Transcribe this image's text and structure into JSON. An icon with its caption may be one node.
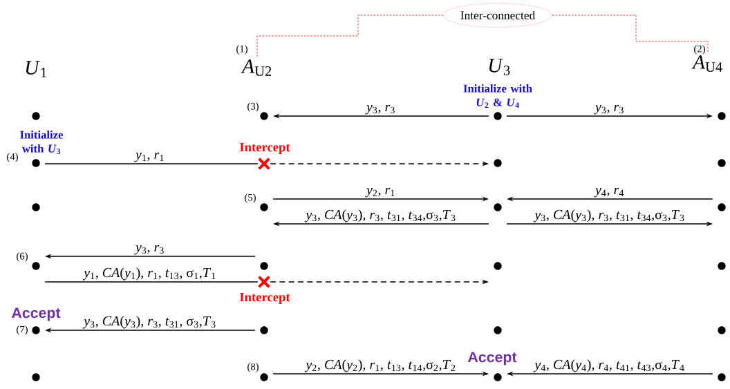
{
  "diagram": {
    "nodes": [
      {
        "text": [
          "*U*$_{1}$"
        ]
      },
      {
        "text": [
          "*A*$_{U2}$"
        ],
        "beside": [
          "(1)"
        ]
      },
      {
        "text": [
          "*U*$_{3}$"
        ]
      },
      {
        "text": [
          "*A*$_{U4}$"
        ],
        "beside": [
          "(2)"
        ]
      },
      {
        "text": [
          "Inter-connected"
        ]
      },
      {
        "text": [],
        "shape": "circle"
      },
      {
        "text": [],
        "shape": "circle"
      },
      {
        "text": [],
        "shape": "circle",
        "beside": [
          "Initialize with *U*$_{2}$ & *U*$_{4}$"
        ]
      },
      {
        "text": [],
        "shape": "circle"
      },
      {
        "text": [],
        "shape": "circle",
        "beside": [
          "Initialize with *U*$_{3}$"
        ]
      },
      {
        "text": [],
        "shape": "cross",
        "beside": [
          "Intercept"
        ]
      },
      {
        "text": [],
        "shape": "circle"
      },
      {
        "text": [],
        "shape": "circle"
      },
      {
        "text": [],
        "shape": "circle"
      },
      {
        "text": [],
        "shape": "circle"
      },
      {
        "text": [],
        "shape": "circle"
      },
      {
        "text": [],
        "shape": "circle"
      },
      {
        "text": [],
        "shape": "circle"
      },
      {
        "text": [],
        "shape": "circle"
      },
      {
        "text": [],
        "shape": "circle"
      },
      {
        "text": [],
        "shape": "circle"
      },
      {
        "text": [],
        "shape": "circle",
        "beside": [
          "Accept"
        ]
      },
      {
        "text": [],
        "shape": "circle"
      },
      {
        "text": [],
        "shape": "circle"
      },
      {
        "text": [],
        "shape": "circle"
      },
      {
        "text": [],
        "shape": "circle"
      },
      {
        "text": [],
        "shape": "circle"
      },
      {
        "text": [],
        "shape": "circle",
        "beside": [
          "Accept"
        ]
      },
      {
        "text": [],
        "shape": "circle"
      },
      {
        "text": [],
        "shape": "cross",
        "beside": [
          "Intercept"
        ]
      }
    ],
    "edges": [
      {
        "from": 4,
        "to": 1,
        "arrow": "none",
        "style": "dashed",
        "color": "#ff0000"
      },
      {
        "from": 4,
        "to": 3,
        "arrow": "none",
        "style": "dashed",
        "color": "#ff0000"
      },
      {
        "from": 7,
        "to": 6,
        "arrow": "to",
        "label": "*y*$_{3}$, *r*$_{3}$"
      },
      {
        "from": 7,
        "to": 8,
        "arrow": "to",
        "label": "*y*$_{3}$, *r*$_{3}$"
      },
      {
        "from": 9,
        "to": 10,
        "arrow": "none",
        "label": "*y*$_{1}$, *r*$_{1}$"
      },
      {
        "from": 10,
        "to": 11,
        "arrow": "to",
        "style": "dashed"
      },
      {
        "from": 14,
        "to": 15,
        "arrow": "to",
        "label": "*y*$_{2}$, *r*$_{1}$"
      },
      {
        "from": 15,
        "to": 14,
        "arrow": "to",
        "label": "*y*$_{3}$, *CA*(*y*$_{3}$), *r*$_{3}$, *t*$_{31}$, *t*$_{34}$,σ$_{3}$,*T*$_{3}$"
      },
      {
        "from": 16,
        "to": 15,
        "arrow": "to",
        "label": "*y*$_{4}$, *r*$_{4}$"
      },
      {
        "from": 15,
        "to": 16,
        "arrow": "to",
        "label": "*y*$_{3}$, *CA*(*y*$_{3}$), *r*$_{3}$, *t*$_{31}$, *t*$_{34}$,σ$_{3}$,*T*$_{3}$"
      },
      {
        "from": 18,
        "to": 17,
        "arrow": "to",
        "label": "*y*$_{3}$, *r*$_{3}$"
      },
      {
        "from": 17,
        "to": 29,
        "arrow": "none",
        "label": "*y*$_{1}$, *CA*(*y*$_{1}$), *r*$_{1}$, *t*$_{13}$, σ$_{1}$,*T*$_{1}$"
      },
      {
        "from": 29,
        "to": 19,
        "arrow": "to",
        "style": "dashed"
      },
      {
        "from": 22,
        "to": 21,
        "arrow": "to",
        "label": "*y*$_{3}$, *CA*(*y*$_{3}$), *r*$_{3}$, *t*$_{31}$, σ$_{3}$,*T*$_{3}$"
      },
      {
        "from": 26,
        "to": 27,
        "arrow": "to",
        "label": "*y*$_{2}$, *CA*(*y*$_{2}$), *r*$_{1}$, *t*$_{13}$, *t*$_{14}$,σ$_{2}$,*T*$_{2}$"
      },
      {
        "from": 28,
        "to": 27,
        "arrow": "to",
        "label": "*y*$_{4}$, *CA*(*y*$_{4}$), *r*$_{4}$, *t*$_{41}$, *t*$_{43}$,σ$_{4}$,*T*$_{4}$"
      }
    ],
    "labels": [
      "(3)",
      "(4)",
      "(5)",
      "(6)",
      "(7)",
      "(8)"
    ]
  }
}
